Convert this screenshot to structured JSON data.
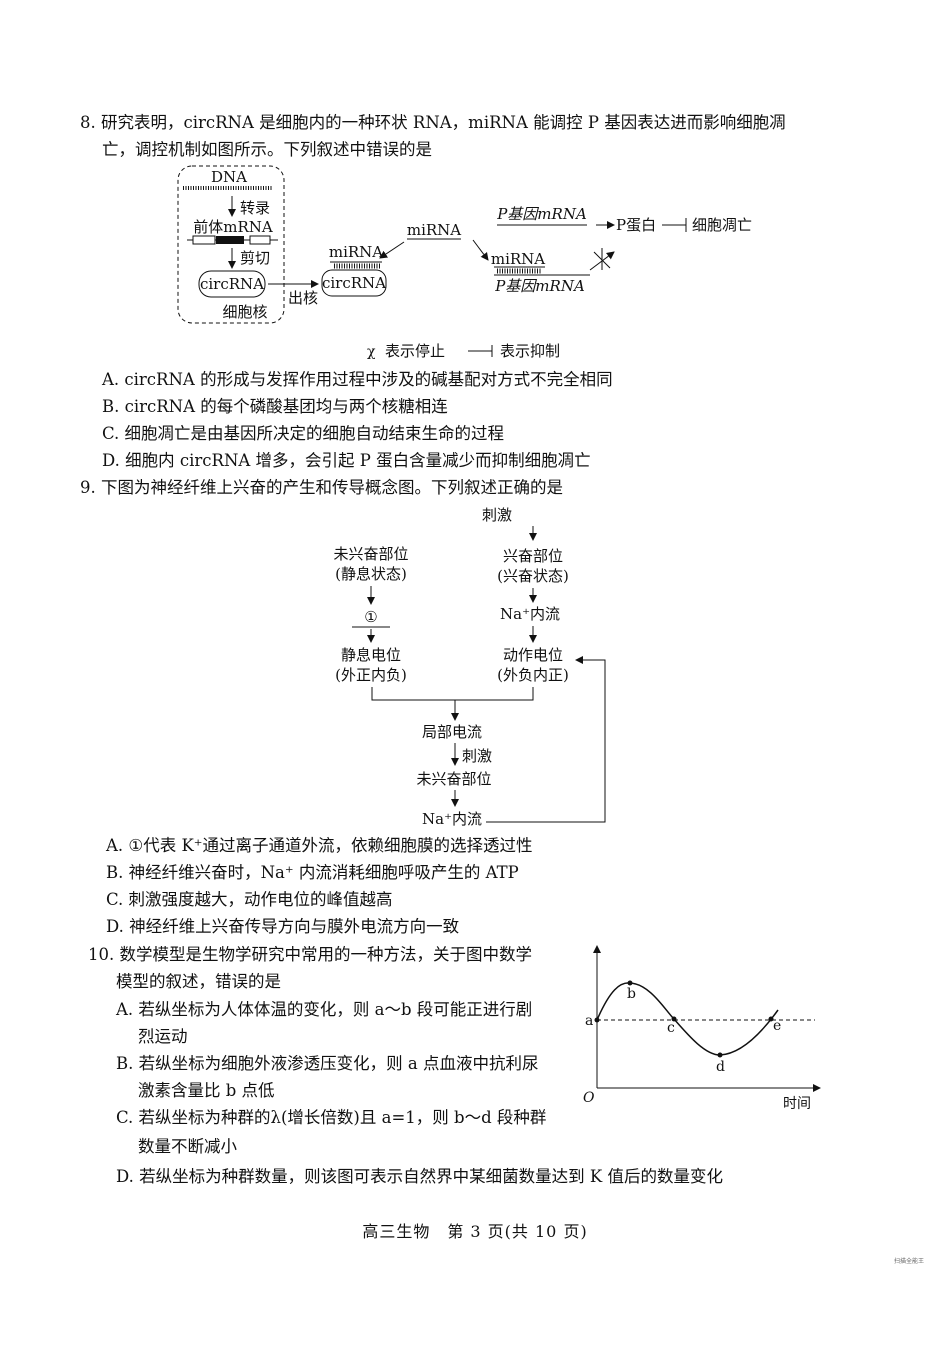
{
  "q8": {
    "stem_line1": "8. 研究表明，circRNA 是细胞内的一种环状 RNA，miRNA 能调控 P 基因表达进而影响细胞凋",
    "stem_line2": "亡，调控机制如图所示。下列叙述中错误的是",
    "diagram": {
      "dna": "DNA",
      "transcription": "转录",
      "pre_mrna": "前体mRNA",
      "splice": "剪切",
      "circrna": "circRNA",
      "nucleus": "细胞核",
      "export": "出核",
      "mirna": "miRNA",
      "p_mrna": "P基因mRNA",
      "p_protein": "P蛋白",
      "apoptosis": "细胞凋亡",
      "legend_stop": "表示停止",
      "legend_inhibit": "表示抑制"
    },
    "options": [
      "A. circRNA 的形成与发挥作用过程中涉及的碱基配对方式不完全相同",
      "B. circRNA 的每个磷酸基团均与两个核糖相连",
      "C. 细胞凋亡是由基因所决定的细胞自动结束生命的过程",
      "D. 细胞内 circRNA 增多，会引起 P 蛋白含量减少而抑制细胞凋亡"
    ]
  },
  "q9": {
    "stem": "9. 下图为神经纤维上兴奋的产生和传导概念图。下列叙述正确的是",
    "diagram": {
      "stimulus": "刺激",
      "unexcited": "未兴奋部位",
      "resting_state": "(静息状态)",
      "circle1": "①",
      "resting_potential": "静息电位",
      "resting_polarity": "(外正内负)",
      "excited": "兴奋部位",
      "excited_state": "(兴奋状态)",
      "na_influx": "Na⁺内流",
      "action_potential": "动作电位",
      "action_polarity": "(外负内正)",
      "local_current": "局部电流",
      "stimulus2": "刺激",
      "unexcited2": "未兴奋部位",
      "na_influx2": "Na⁺内流"
    },
    "options": [
      "A. ①代表 K⁺通过离子通道外流，依赖细胞膜的选择透过性",
      "B. 神经纤维兴奋时，Na⁺ 内流消耗细胞呼吸产生的 ATP",
      "C. 刺激强度越大，动作电位的峰值越高",
      "D. 神经纤维上兴奋传导方向与膜外电流方向一致"
    ]
  },
  "q10": {
    "stem_line1": "10. 数学模型是生物学研究中常用的一种方法，关于图中数学",
    "stem_line2": "模型的叙述，错误的是",
    "options": [
      [
        "A. 若纵坐标为人体体温的变化，则 a～b 段可能正进行剧",
        "烈运动"
      ],
      [
        "B. 若纵坐标为细胞外液渗透压变化，则 a 点血液中抗利尿",
        "激素含量比 b 点低"
      ],
      [
        "C. 若纵坐标为种群的λ(增长倍数)且 a=1，则 b～d 段种群",
        "数量不断减小"
      ]
    ],
    "option_d": "D. 若纵坐标为种群数量，则该图可表示自然界中某细菌数量达到 K 值后的数量变化",
    "graph": {
      "origin": "O",
      "xlabel": "时间",
      "points": [
        "a",
        "b",
        "c",
        "d",
        "e"
      ]
    }
  },
  "footer": "高三生物　第 3 页(共 10 页)",
  "watermark": "扫描全能王"
}
